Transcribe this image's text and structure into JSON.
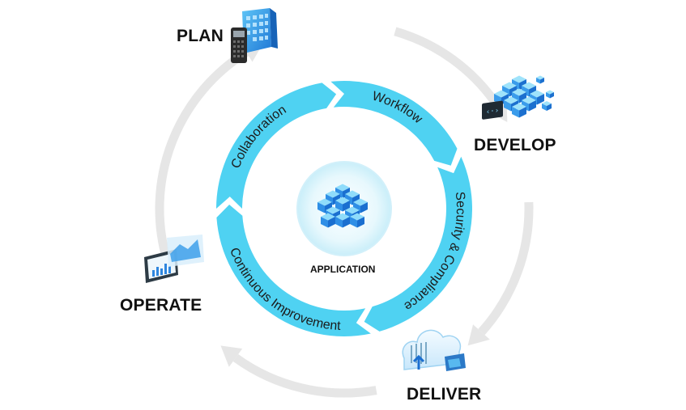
{
  "diagram": {
    "center": {
      "label": "APPLICATION",
      "icon": "cube-cluster-icon"
    },
    "outer_cycle": [
      {
        "label": "PLAN",
        "icon": "building-calculator-icon"
      },
      {
        "label": "DEVELOP",
        "icon": "code-cubes-icon"
      },
      {
        "label": "DELIVER",
        "icon": "cloud-deploy-icon"
      },
      {
        "label": "OPERATE",
        "icon": "monitoring-dashboard-icon"
      }
    ],
    "inner_cycle": [
      {
        "label": "Workflow"
      },
      {
        "label": "Security & Compliance"
      },
      {
        "label": "Continuous Improvement"
      },
      {
        "label": "Collaboration"
      }
    ]
  },
  "colors": {
    "ring": "#4fd2f2",
    "ring_dark": "#1fb6e0",
    "outer_arrow": "#e6e6e6",
    "center_fill": "#e3f7fd",
    "icon_blue": "#1e88e5",
    "icon_light": "#63c7f5"
  }
}
